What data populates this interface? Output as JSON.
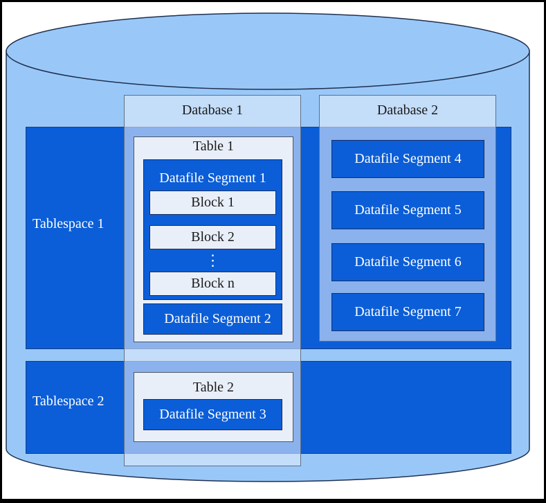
{
  "colors": {
    "cylinder_fill": "#99c8f8",
    "cylinder_stroke": "#1f2f4f",
    "tablespace_fill": "#0b5ed7",
    "segment_fill": "#0b5ed7",
    "block_fill": "#e9eff9",
    "database_fill": "#e1ebfa"
  },
  "tablespaces": [
    {
      "label": "Tablespace 1"
    },
    {
      "label": "Tablespace 2"
    }
  ],
  "databases": [
    {
      "title": "Database 1",
      "tables": [
        {
          "title": "Table 1",
          "segments": [
            {
              "label": "Datafile Segment 1",
              "blocks": [
                "Block 1",
                "Block 2",
                "Block n"
              ],
              "ellipsis": "⋮"
            },
            {
              "label": "Datafile Segment 2"
            }
          ]
        },
        {
          "title": "Table 2",
          "segments": [
            {
              "label": "Datafile Segment 3"
            }
          ]
        }
      ]
    },
    {
      "title": "Database 2",
      "segments": [
        {
          "label": "Datafile Segment 4"
        },
        {
          "label": "Datafile Segment 5"
        },
        {
          "label": "Datafile Segment 6"
        },
        {
          "label": "Datafile Segment 7"
        }
      ]
    }
  ]
}
